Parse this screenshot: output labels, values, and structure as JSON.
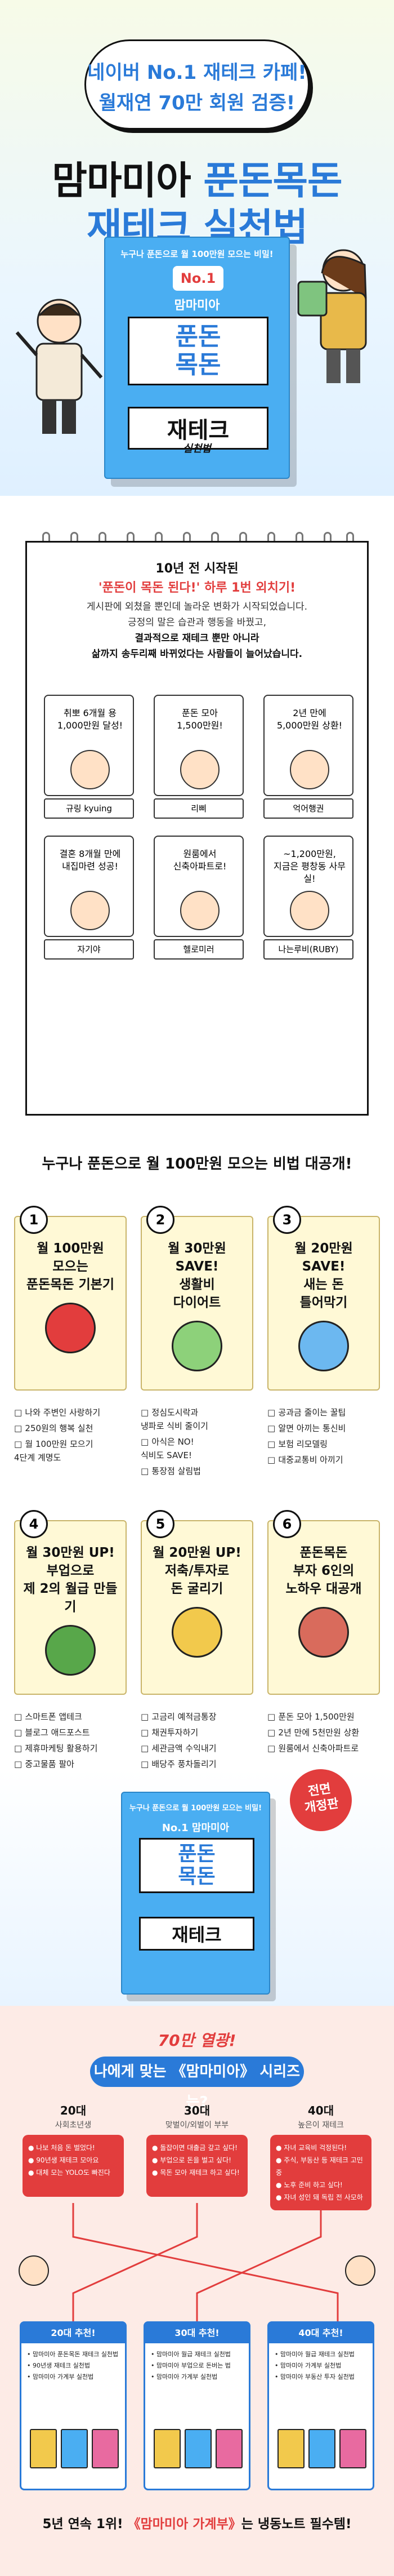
{
  "hero": {
    "bubble_line1": "네이버 No.1 재테크 카페!",
    "bubble_line2": "월재연 70만 회원 검증!",
    "title_line1_prefix": "맘마미아 ",
    "title_line1_accent": "푼돈목돈",
    "title_line2": "재테크 실천법",
    "book_tag": "누구나 푼돈으로 월 100만원 모으는 비밀!",
    "book_badge": "No.1",
    "book_brand": "맘마미아",
    "book_main": "푼돈\n목돈",
    "book_sub": "재테크",
    "book_sub2": "실천법"
  },
  "story": {
    "head1": "10년 전 시작된",
    "head2": "'푼돈이 목돈 된다!' 하루 1번 외치기!",
    "body1": "게시판에 외쳤을 뿐인데 놀라운 변화가 시작되었습니다.",
    "body2": "긍정의 말은 습관과 행동을 바꿨고,",
    "body3": "결과적으로 재테크 뿐만 아니라",
    "body4": "삶까지 송두리째 바뀌었다는 사람들이 늘어났습니다.",
    "quotes": [
      {
        "text": "취뽀 6개월 용\n1,000만원 달성!",
        "name": "규링 kyuing"
      },
      {
        "text": "푼돈 모아\n1,500만원!",
        "name": "리삐"
      },
      {
        "text": "2년 만에\n5,000만원 상환!",
        "name": "억어행권"
      },
      {
        "text": "결혼 8개월 만에\n내집마련 성공!",
        "name": "자기야"
      },
      {
        "text": "원룸에서\n신축아파트로!",
        "name": "헬로미러"
      },
      {
        "text": "~1,200만원,\n지금은 평창동 사무실!",
        "name": "나는루비(RUBY)"
      }
    ]
  },
  "secrets": {
    "title": "누구나 푼돈으로 월 100만원 모으는 비법 대공개!",
    "cards": [
      {
        "num": "1",
        "title": "월 100만원\n모으는\n푼돈목돈 기본기",
        "items": [
          "나와 주변인 사랑하기",
          "250원의 행복 실천",
          "월 100만원 모으기\n4단계 계명도"
        ]
      },
      {
        "num": "2",
        "title": "월 30만원 SAVE!\n생활비\n다이어트",
        "items": [
          "정심도시락과\n냉파로 식비 줄이기",
          "아식은 NO!\n식비도 SAVE!",
          "통장점 살림법"
        ]
      },
      {
        "num": "3",
        "title": "월 20만원 SAVE!\n새는 돈\n틀어막기",
        "items": [
          "공과금 줄이는 꿀팁",
          "알면 아끼는 통신비",
          "보험 리모델링",
          "대중교통비 아끼기"
        ]
      },
      {
        "num": "4",
        "title": "월 30만원 UP!\n부업으로\n제 2의 월급 만들기",
        "items": [
          "스마트폰 앱테크",
          "블로그 애드포스트",
          "제휴마케팅 활용하기",
          "중고물품 팔아"
        ]
      },
      {
        "num": "5",
        "title": "월 20만원 UP!\n저축/투자로\n돈 굴리기",
        "items": [
          "고금리 예적금통장",
          "채권투자하기",
          "세관금액 수익내기",
          "배당주 풍차돌리기"
        ]
      },
      {
        "num": "6",
        "title": "푼돈목돈\n부자 6인의\n노하우 대공개",
        "items": [
          "푼돈 모아 1,500만원",
          "2년 만에 5천만원 상환",
          "원룸에서 신축아파트로"
        ]
      }
    ]
  },
  "revised": {
    "book_tag": "누구나 푼돈으로 월 100만원 모으는 비밀!",
    "book_brand": "No.1 맘마미아",
    "book_main": "푼돈\n목돈",
    "book_sub": "재테크",
    "stamp": "전면\n개정판"
  },
  "series": {
    "subtitle": "70만 열광!",
    "title": "나에게 맞는 《맘마미아》 시리즈는?",
    "ages": [
      {
        "age": "20대",
        "role": "사회초년생",
        "items": [
          "나보 처음 돈 벌었다!",
          "90년생 재테크 모아요",
          "대체 모는 YOLO도 빠진다"
        ]
      },
      {
        "age": "30대",
        "role": "맞벌이/외벌이 부부",
        "items": [
          "돌잡이면 대출금 갚고 싶다!",
          "부업으로 돈을 벌고 싶다!",
          "목돈 모아 재테크 하고 싶다!"
        ]
      },
      {
        "age": "40대",
        "role": "높은이 재테크",
        "items": [
          "자녀 교육비 걱정된다!",
          "주식, 부동산 등 재테크 고민중",
          "노후 준비 하고 싶다!",
          "자녀 성인 돼 독립 전 사모하"
        ]
      }
    ],
    "recs": [
      {
        "title": "20대 추천!",
        "items": [
          "맘마미아 푼돈목돈 재테크 실천법",
          "90년생 재테크 실천법",
          "맘마미아 가계부 실천법"
        ]
      },
      {
        "title": "30대 추천!",
        "items": [
          "맘마미아 월급 재테크 실천법",
          "맘마미아 부업으로 돈버는 법",
          "맘마미아 가계부 실천법"
        ]
      },
      {
        "title": "40대 추천!",
        "items": [
          "맘마미아 월급 재테크 실천법",
          "맘마미아 가계부 실천법",
          "맘마미아 부동산 투자 실천법"
        ]
      }
    ],
    "footer_prefix": "5년 연속 1위!",
    "footer_book": "《맘마미아 가계부》",
    "footer_suffix": "는 냉동노트 필수템!"
  },
  "colors": {
    "accent": "#2a7ad8",
    "red": "#e23d3d"
  }
}
